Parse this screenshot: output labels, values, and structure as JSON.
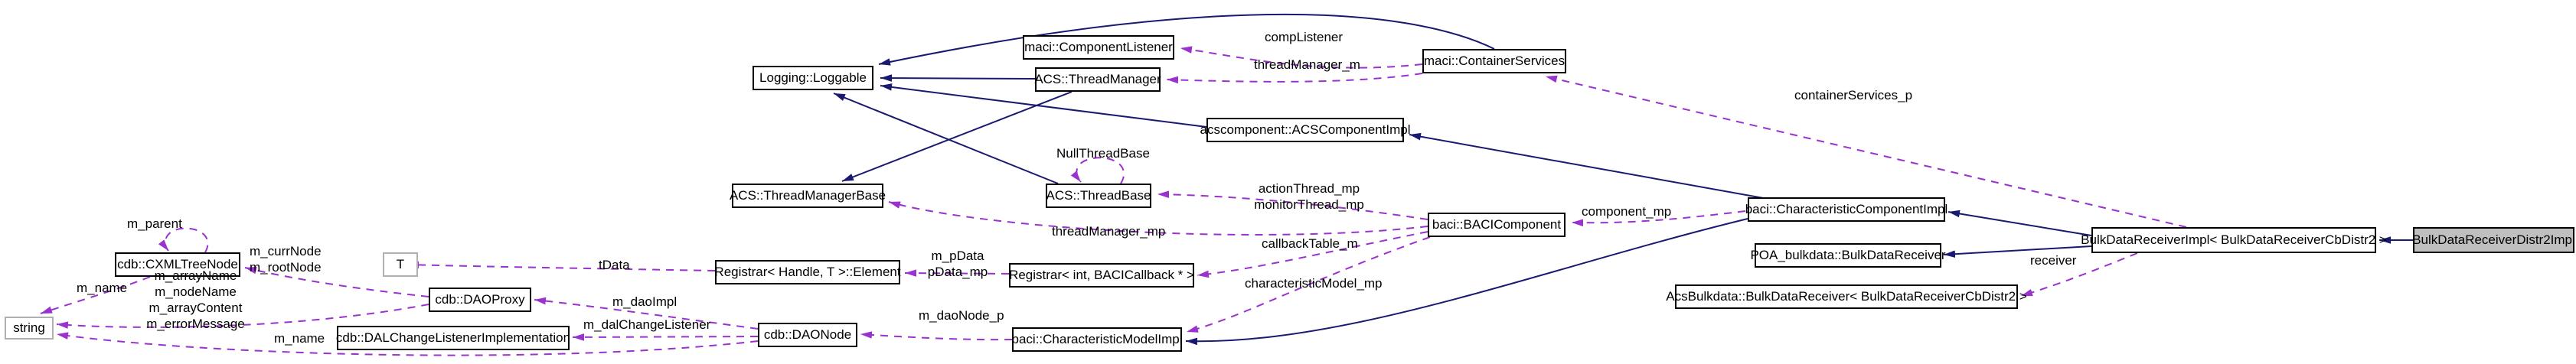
{
  "colors": {
    "inheritance_edge": "#191970",
    "usage_edge": "#9a32cd",
    "focus_node_fill": "#bfbfbf",
    "external_node_border": "#b0b0b0",
    "node_border": "#000000"
  },
  "nodes": {
    "loggable": {
      "label": "Logging::Loggable"
    },
    "component_listener": {
      "label": "maci::ComponentListener"
    },
    "thread_manager": {
      "label": "ACS::ThreadManager"
    },
    "container_services": {
      "label": "maci::ContainerServices"
    },
    "acs_component_impl": {
      "label": "acscomponent::ACSComponentImpl"
    },
    "thread_manager_base": {
      "label": "ACS::ThreadManagerBase"
    },
    "thread_base": {
      "label": "ACS::ThreadBase"
    },
    "baci_component": {
      "label": "baci::BACIComponent"
    },
    "char_component_impl": {
      "label": "baci::CharacteristicComponentImpl"
    },
    "poa_bulkdata_receiver": {
      "label": "POA_bulkdata::BulkDataReceiver"
    },
    "acs_bulkdata_receiver": {
      "label": "AcsBulkdata::BulkDataReceiver< BulkDataReceiverCbDistr2 >"
    },
    "bulkdata_receiver_impl": {
      "label": "BulkDataReceiverImpl< BulkDataReceiverCbDistr2 >"
    },
    "bulkdata_receiver_distr2_impl": {
      "label": "BulkDataReceiverDistr2Impl"
    },
    "cxml_tree_node": {
      "label": "cdb::CXMLTreeNode"
    },
    "t_param": {
      "label": "T"
    },
    "registrar_element": {
      "label": "Registrar< Handle, T >::Element"
    },
    "registrar_int": {
      "label": "Registrar< int, BACICallback * >"
    },
    "char_model_impl": {
      "label": "baci::CharacteristicModelImpl"
    },
    "dao_proxy": {
      "label": "cdb::DAOProxy"
    },
    "dal_change_listener_impl": {
      "label": "cdb::DALChangeListenerImplementation"
    },
    "dao_node": {
      "label": "cdb::DAONode"
    },
    "string_class": {
      "label": "string"
    }
  },
  "edge_labels": {
    "comp_listener": "compListener",
    "thread_manager_m": "threadManager_m",
    "container_services_p": "containerServices_p",
    "null_thread_base": "NullThreadBase",
    "action_thread_mp": "actionThread_mp",
    "monitor_thread_mp": "monitorThread_mp",
    "thread_manager_mp": "threadManager_mp",
    "component_mp": "component_mp",
    "callback_table_m": "callbackTable_m",
    "characteristic_model_mp": "characteristicModel_mp",
    "receiver": "receiver",
    "m_pdata": "m_pData",
    "pdata_mp": "pData_mp",
    "t_data": "tData",
    "m_parent": "m_parent",
    "m_curr_node": "m_currNode",
    "m_root_node": "m_rootNode",
    "m_name_tree": "m_name",
    "m_array_name": "m_arrayName",
    "m_node_name": "m_nodeName",
    "m_array_content": "m_arrayContent",
    "m_error_message": "m_errorMessage",
    "m_dao_impl": "m_daoImpl",
    "m_dal_change_listener": "m_dalChangeListener",
    "m_name_dao": "m_name",
    "m_dao_node_p": "m_daoNode_p"
  }
}
